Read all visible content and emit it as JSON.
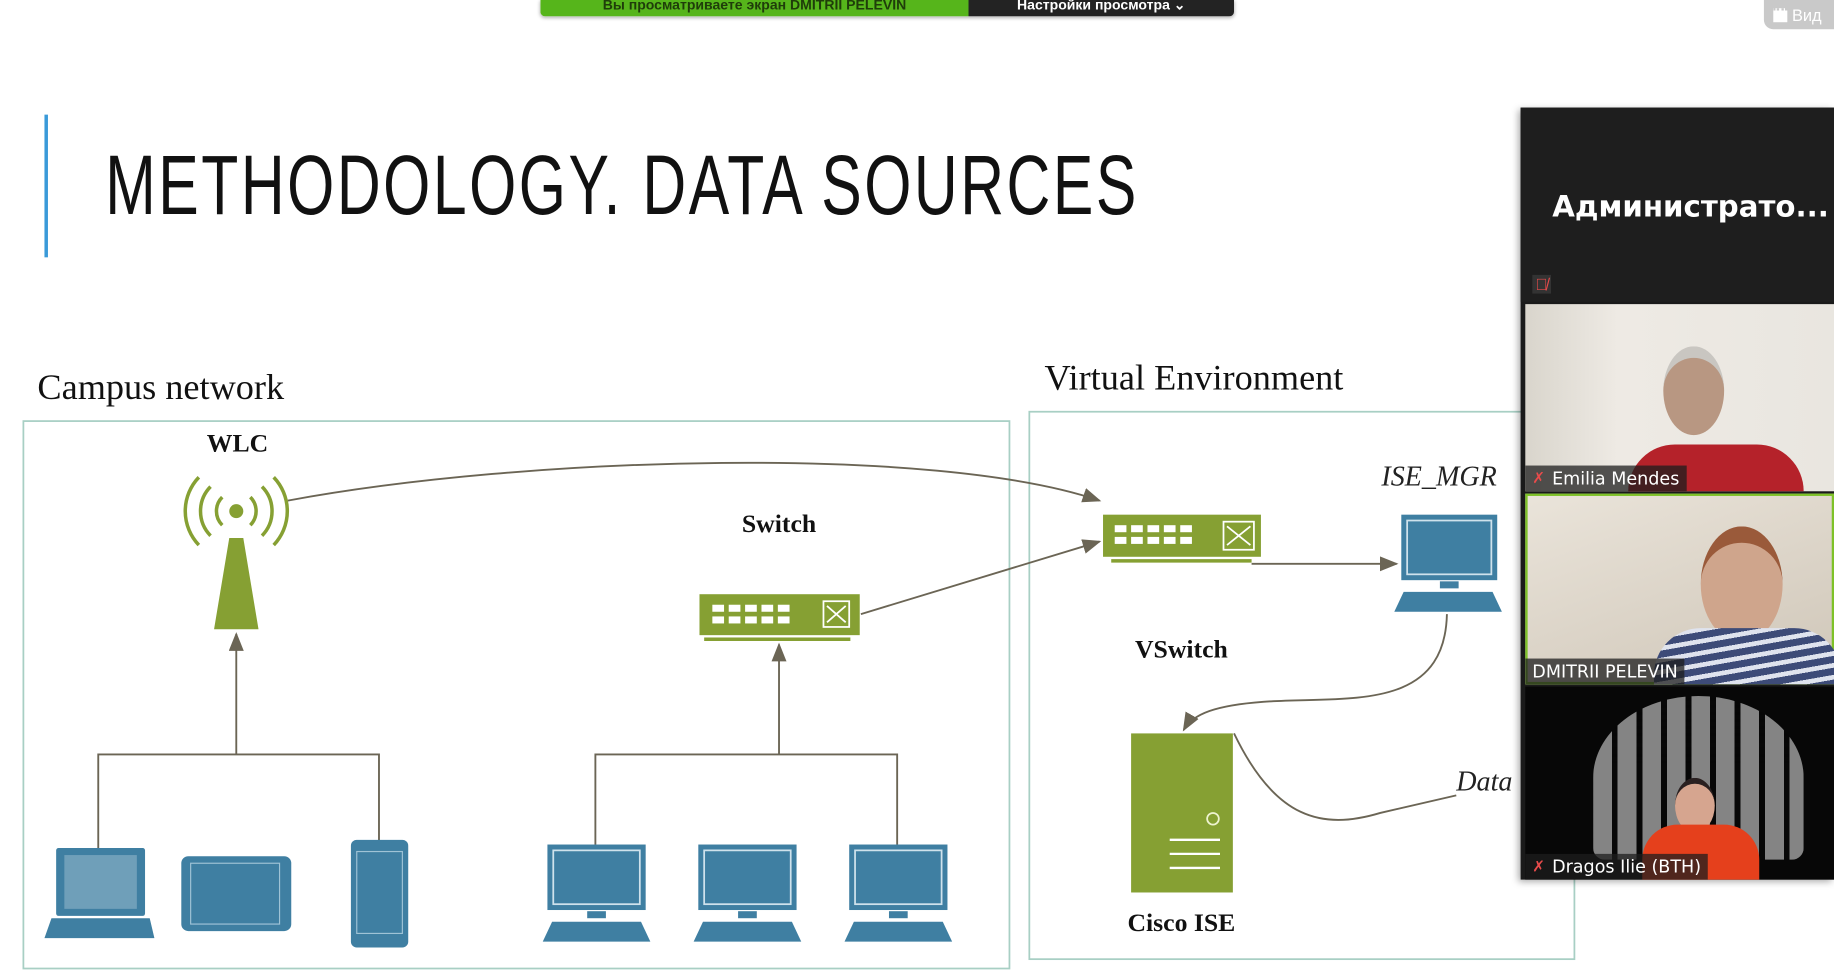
{
  "zoom_bar": {
    "sharing_notice": "Вы просматриваете экран DMITRII PELEVIN",
    "view_options": "Настройки просмотра ⌄",
    "view_button": "Вид"
  },
  "slide": {
    "title": "METHODOLOGY. DATA SOURCES",
    "campus_label": "Campus network",
    "virtual_label": "Virtual Environment",
    "wlc_label": "WLC",
    "switch_label": "Switch",
    "vswitch_label": "VSwitch",
    "ise_mgr_label": "ISE_MGR",
    "cisco_ise_label": "Cisco ISE",
    "data_label": "Data"
  },
  "participants": [
    {
      "name": "Администрато...",
      "muted": true,
      "video": false
    },
    {
      "name": "Emilia Mendes",
      "muted": true,
      "video": true
    },
    {
      "name": "DMITRII PELEVIN",
      "muted": false,
      "video": true,
      "speaking": true
    },
    {
      "name": "Dragos Ilie (BTH)",
      "muted": true,
      "video": true
    }
  ],
  "colors": {
    "device_green": "#86a033",
    "device_blue": "#3f7fa2",
    "speaker_border": "#7ec128",
    "accent": "#3a9ad9"
  }
}
